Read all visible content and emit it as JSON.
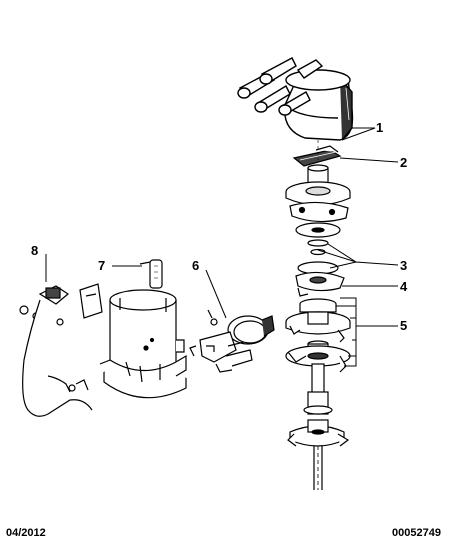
{
  "callouts": {
    "c1": "1",
    "c2": "2",
    "c3": "3",
    "c4": "4",
    "c5": "5",
    "c6": "6",
    "c7": "7",
    "c8": "8"
  },
  "footer": {
    "date": "04/2012",
    "reference": "00052749"
  },
  "colors": {
    "line": "#000000",
    "fill": "#ffffff",
    "shade": "#d9d9d9",
    "dark": "#333333"
  }
}
